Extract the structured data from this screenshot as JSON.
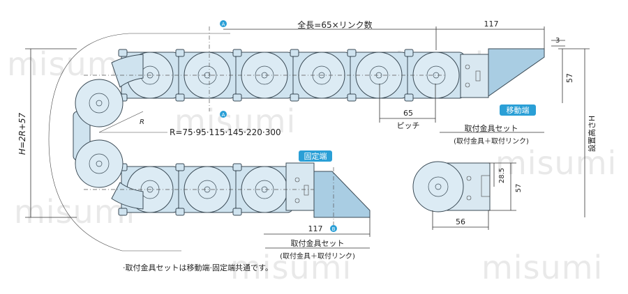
{
  "watermark": "misumi",
  "dimensions": {
    "total_length": "全長=65×リンク数",
    "right_117_top": "117",
    "right_3": "3",
    "right_57": "57",
    "pitch_value": "65",
    "pitch_label": "ピッチ",
    "radius": "R=75·95·115·145·220·300",
    "height_formula": "H=2R+57",
    "install_height": "設置高さH",
    "bottom_117": "117",
    "end_28_5": "28.5",
    "end_57": "57",
    "end_56": "56",
    "r_mark": "R"
  },
  "markers": {
    "a": "A",
    "b": "B"
  },
  "labels": {
    "moving_end": "移動端",
    "fixed_end": "固定端",
    "mount_set_top": "取付金具セット",
    "mount_set_top_sub": "(取付金具＋取付リンク)",
    "mount_set_bottom": "取付金具セット",
    "mount_set_bottom_sub": "(取付金具＋取付リンク)",
    "note": "·取付金具セットは移動端·固定端共通です。"
  },
  "colors": {
    "accent": "#2a9fd6",
    "link_fill": "#cfe3ef",
    "bracket_fill": "#a9cde3",
    "line": "#3a4a55"
  }
}
